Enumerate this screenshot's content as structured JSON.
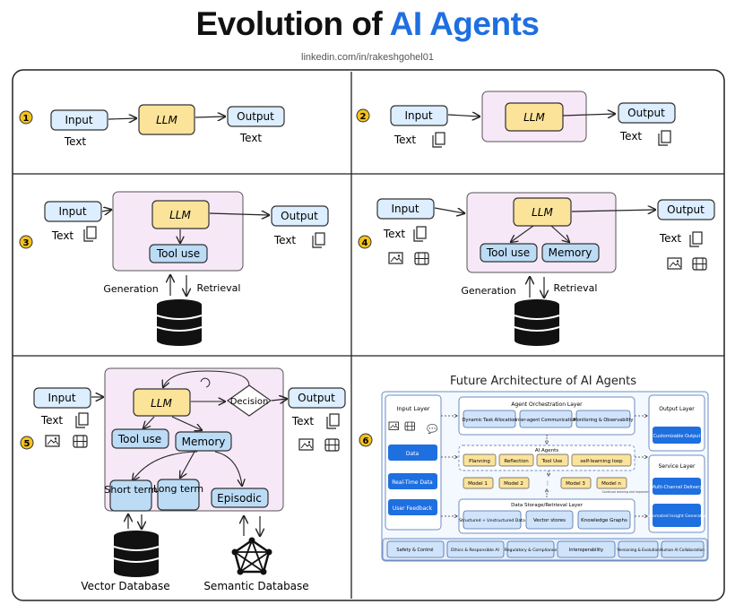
{
  "title_main": "Evolution of",
  "title_accent": "AI Agents",
  "subtitle": "linkedin.com/in/rakeshgohel01",
  "colors": {
    "accent": "#1e6fe0",
    "llm_fill": "#fbe39a",
    "box_fill": "#dceeff",
    "panel_fill": "#f7e8f7",
    "badge": "#f5c21b",
    "db": "#111111"
  },
  "labels": {
    "input": "Input",
    "output": "Output",
    "llm": "LLM",
    "text": "Text",
    "tool_use": "Tool use",
    "memory": "Memory",
    "generation": "Generation",
    "retrieval": "Retrieval",
    "decision": "Decision",
    "short_term": "Short term",
    "long_term": "Long term",
    "episodic": "Episodic",
    "vector_db": "Vector Database",
    "semantic_db": "Semantic Database"
  },
  "badges": [
    "1",
    "2",
    "3",
    "4",
    "5",
    "6"
  ],
  "future": {
    "title": "Future Architecture of AI Agents",
    "input_layer": "Input Layer",
    "input_items": [
      "Data",
      "Real-Time Data",
      "User Feedback"
    ],
    "orchestration_layer": "Agent Orchestration Layer",
    "orchestration_items": [
      "Dynamic Task Allocation",
      "Inter-agent Communication",
      "Monitoring & Observability"
    ],
    "ai_agents": "AI Agents",
    "agent_items": [
      "Planning",
      "Reflection",
      "Tool Use",
      "self-learning loop"
    ],
    "models": [
      "Model 1",
      "Model 2",
      "Model 3",
      "Model n"
    ],
    "model_note": "Continual learning and improvement",
    "storage_layer": "Data Storage/Retrieval Layer",
    "storage_items": [
      "Structured + Unstructured Data",
      "Vector stores",
      "Knowledge Graphs"
    ],
    "output_layer": "Output Layer",
    "output_items": [
      "Customizable Output"
    ],
    "service_layer": "Service Layer",
    "service_items": [
      "Multi-Channel Delivery",
      "Automated Insight Generation"
    ],
    "bottom_items": [
      "Safety & Control",
      "Ethics & Responsible AI",
      "Regulatory & Compliance",
      "Interoperability",
      "Versioning & Evolution",
      "Human AI Collaboration"
    ]
  }
}
